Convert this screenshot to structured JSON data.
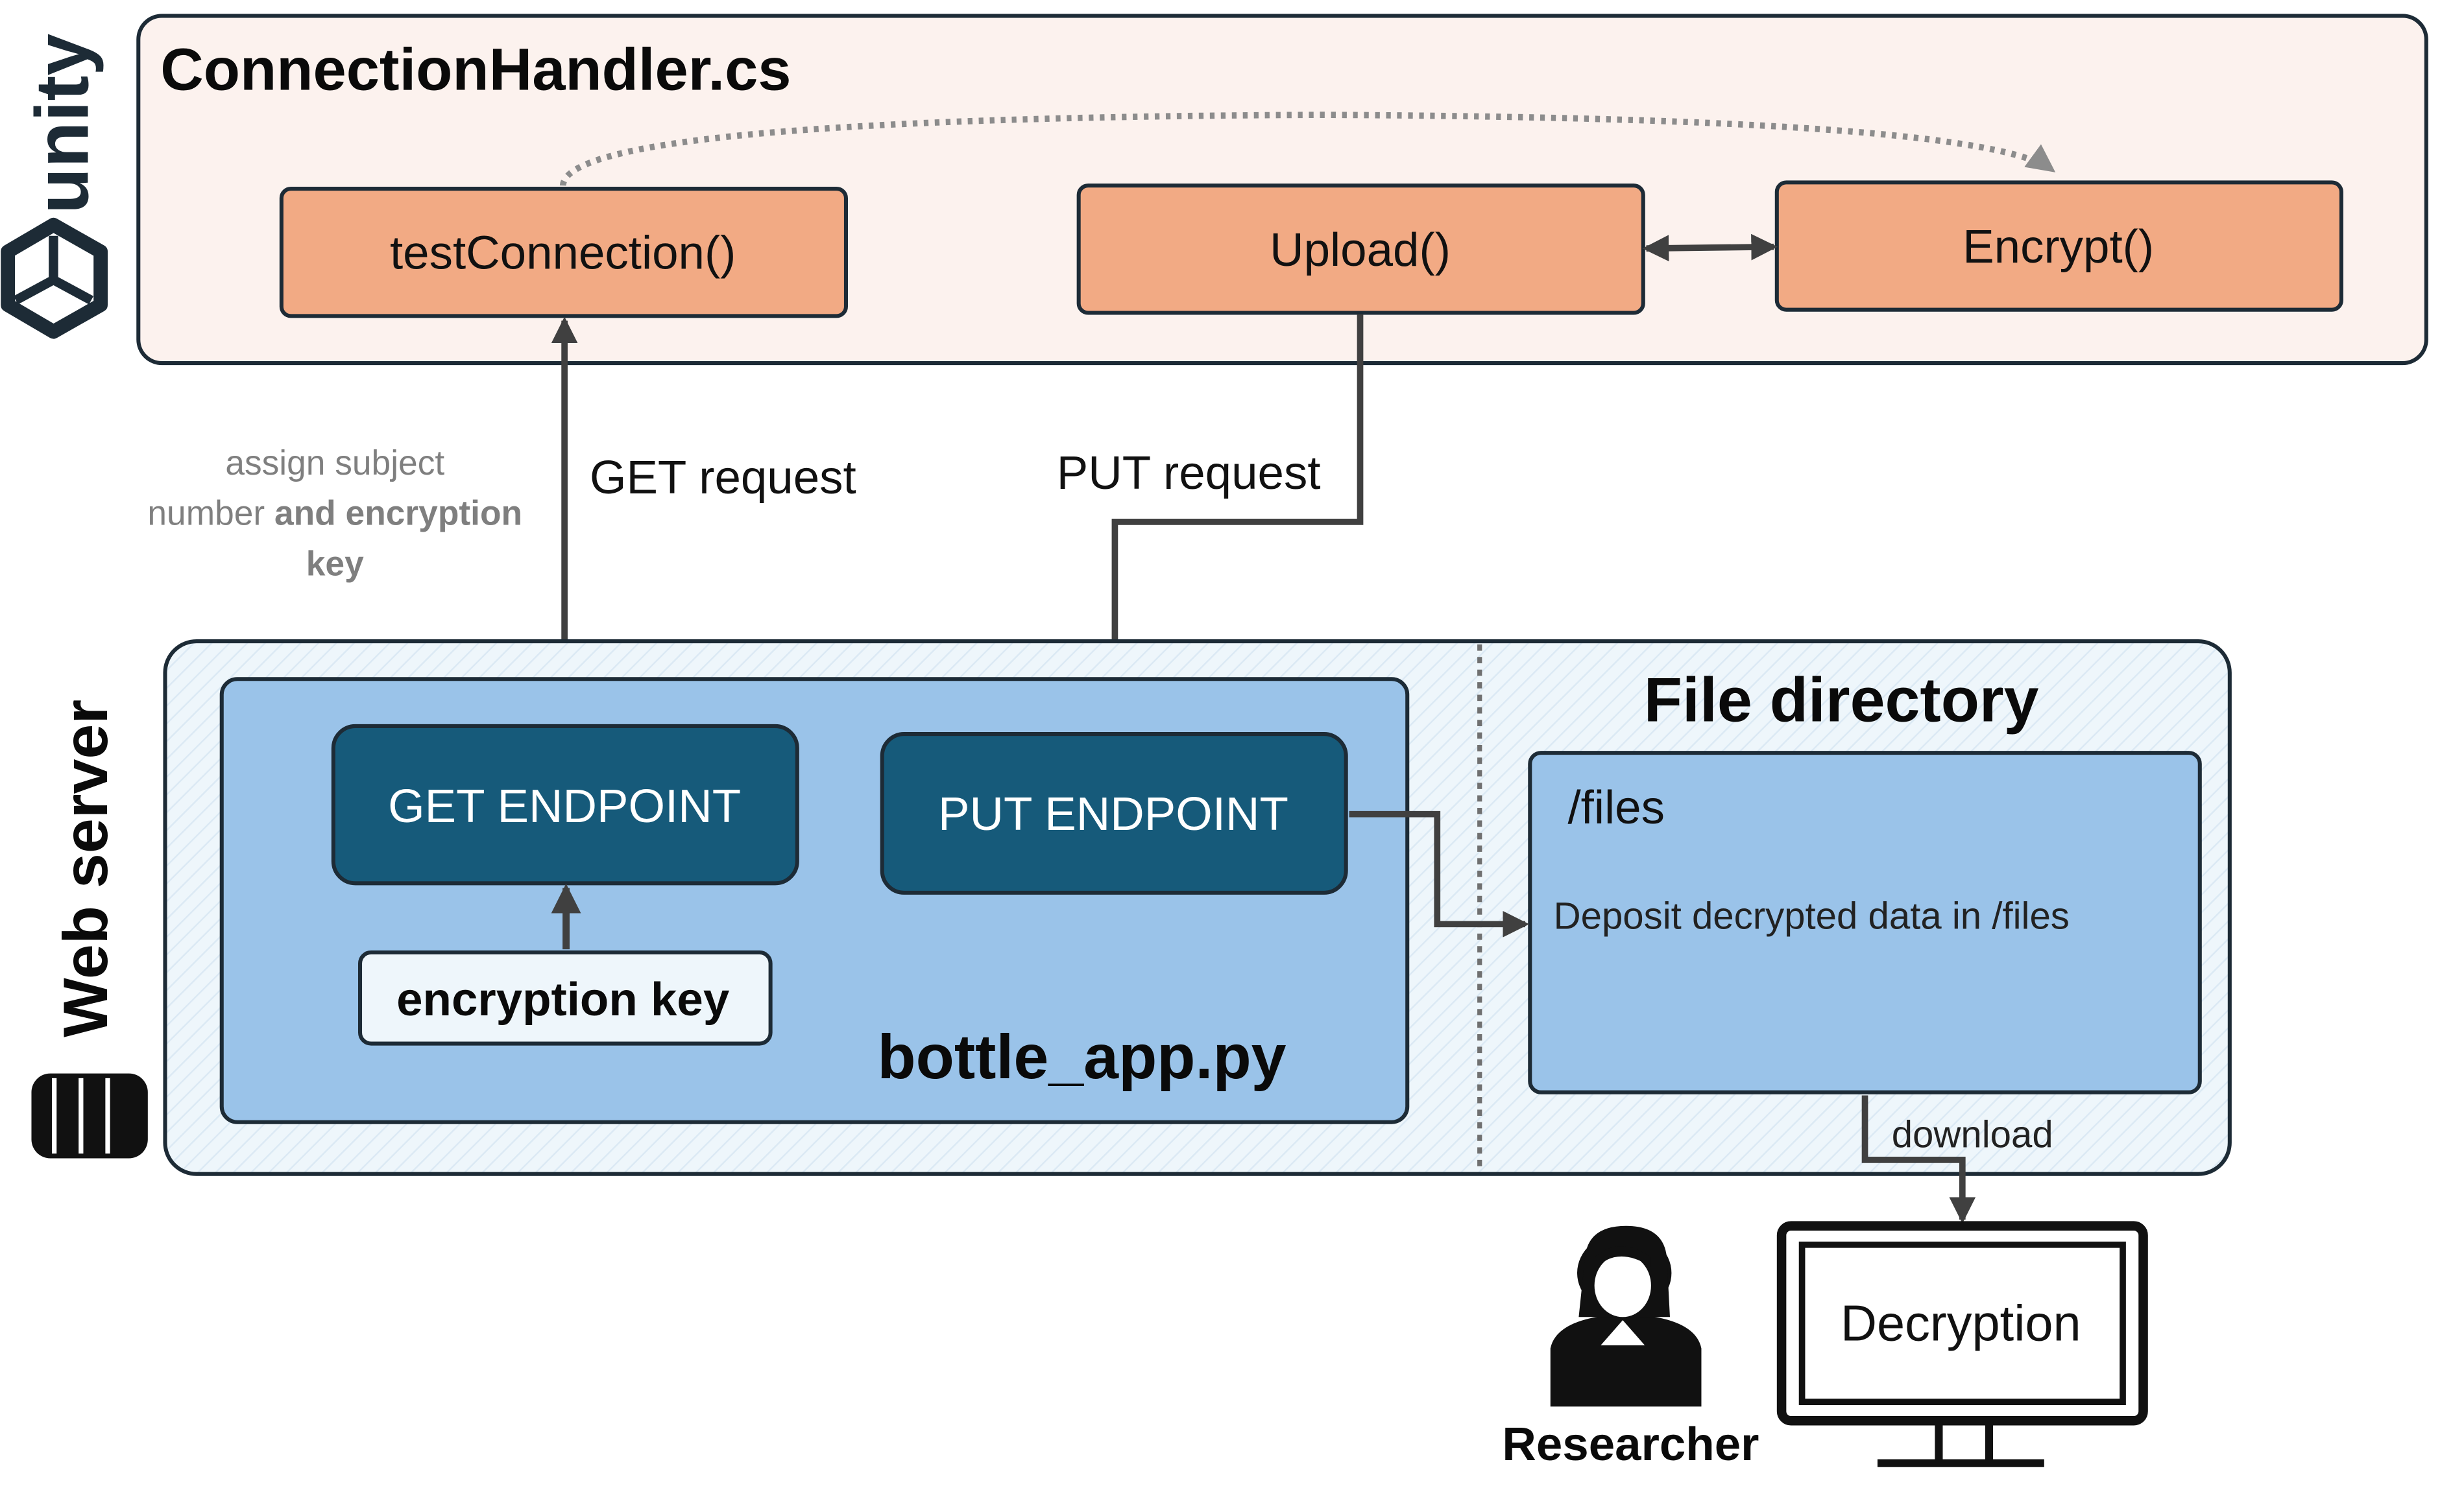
{
  "unity_logo_text": "unity",
  "unity_panel": {
    "title": "ConnectionHandler.cs"
  },
  "functions": {
    "test_connection": "testConnection()",
    "upload": "Upload()",
    "encrypt": "Encrypt()"
  },
  "labels": {
    "assign_line1": "assign subject",
    "assign_line2a": "number ",
    "assign_line2b": "and encryption",
    "assign_line3": "key",
    "get_request": "GET request",
    "put_request": "PUT request",
    "download": "download"
  },
  "web_server": {
    "label": "Web server",
    "app_name": "bottle_app.py",
    "get_endpoint": "GET ENDPOINT",
    "put_endpoint": "PUT ENDPOINT",
    "encryption_key": "encryption key"
  },
  "file_directory": {
    "title": "File directory",
    "folder": "/files",
    "description": "Deposit decrypted data in /files"
  },
  "researcher": {
    "label": "Researcher",
    "monitor_text": "Decryption"
  },
  "colors": {
    "unity_panel_fill": "#fcf2ee",
    "function_fill": "#f2aa84",
    "server_fill": "#eef6fb",
    "app_fill": "#9ac3e9",
    "endpoint_fill": "#165a7a",
    "key_fill": "#eef6fb",
    "outline": "#1d2b36",
    "arrow": "#404040",
    "muted_text": "#7f7f7f"
  }
}
